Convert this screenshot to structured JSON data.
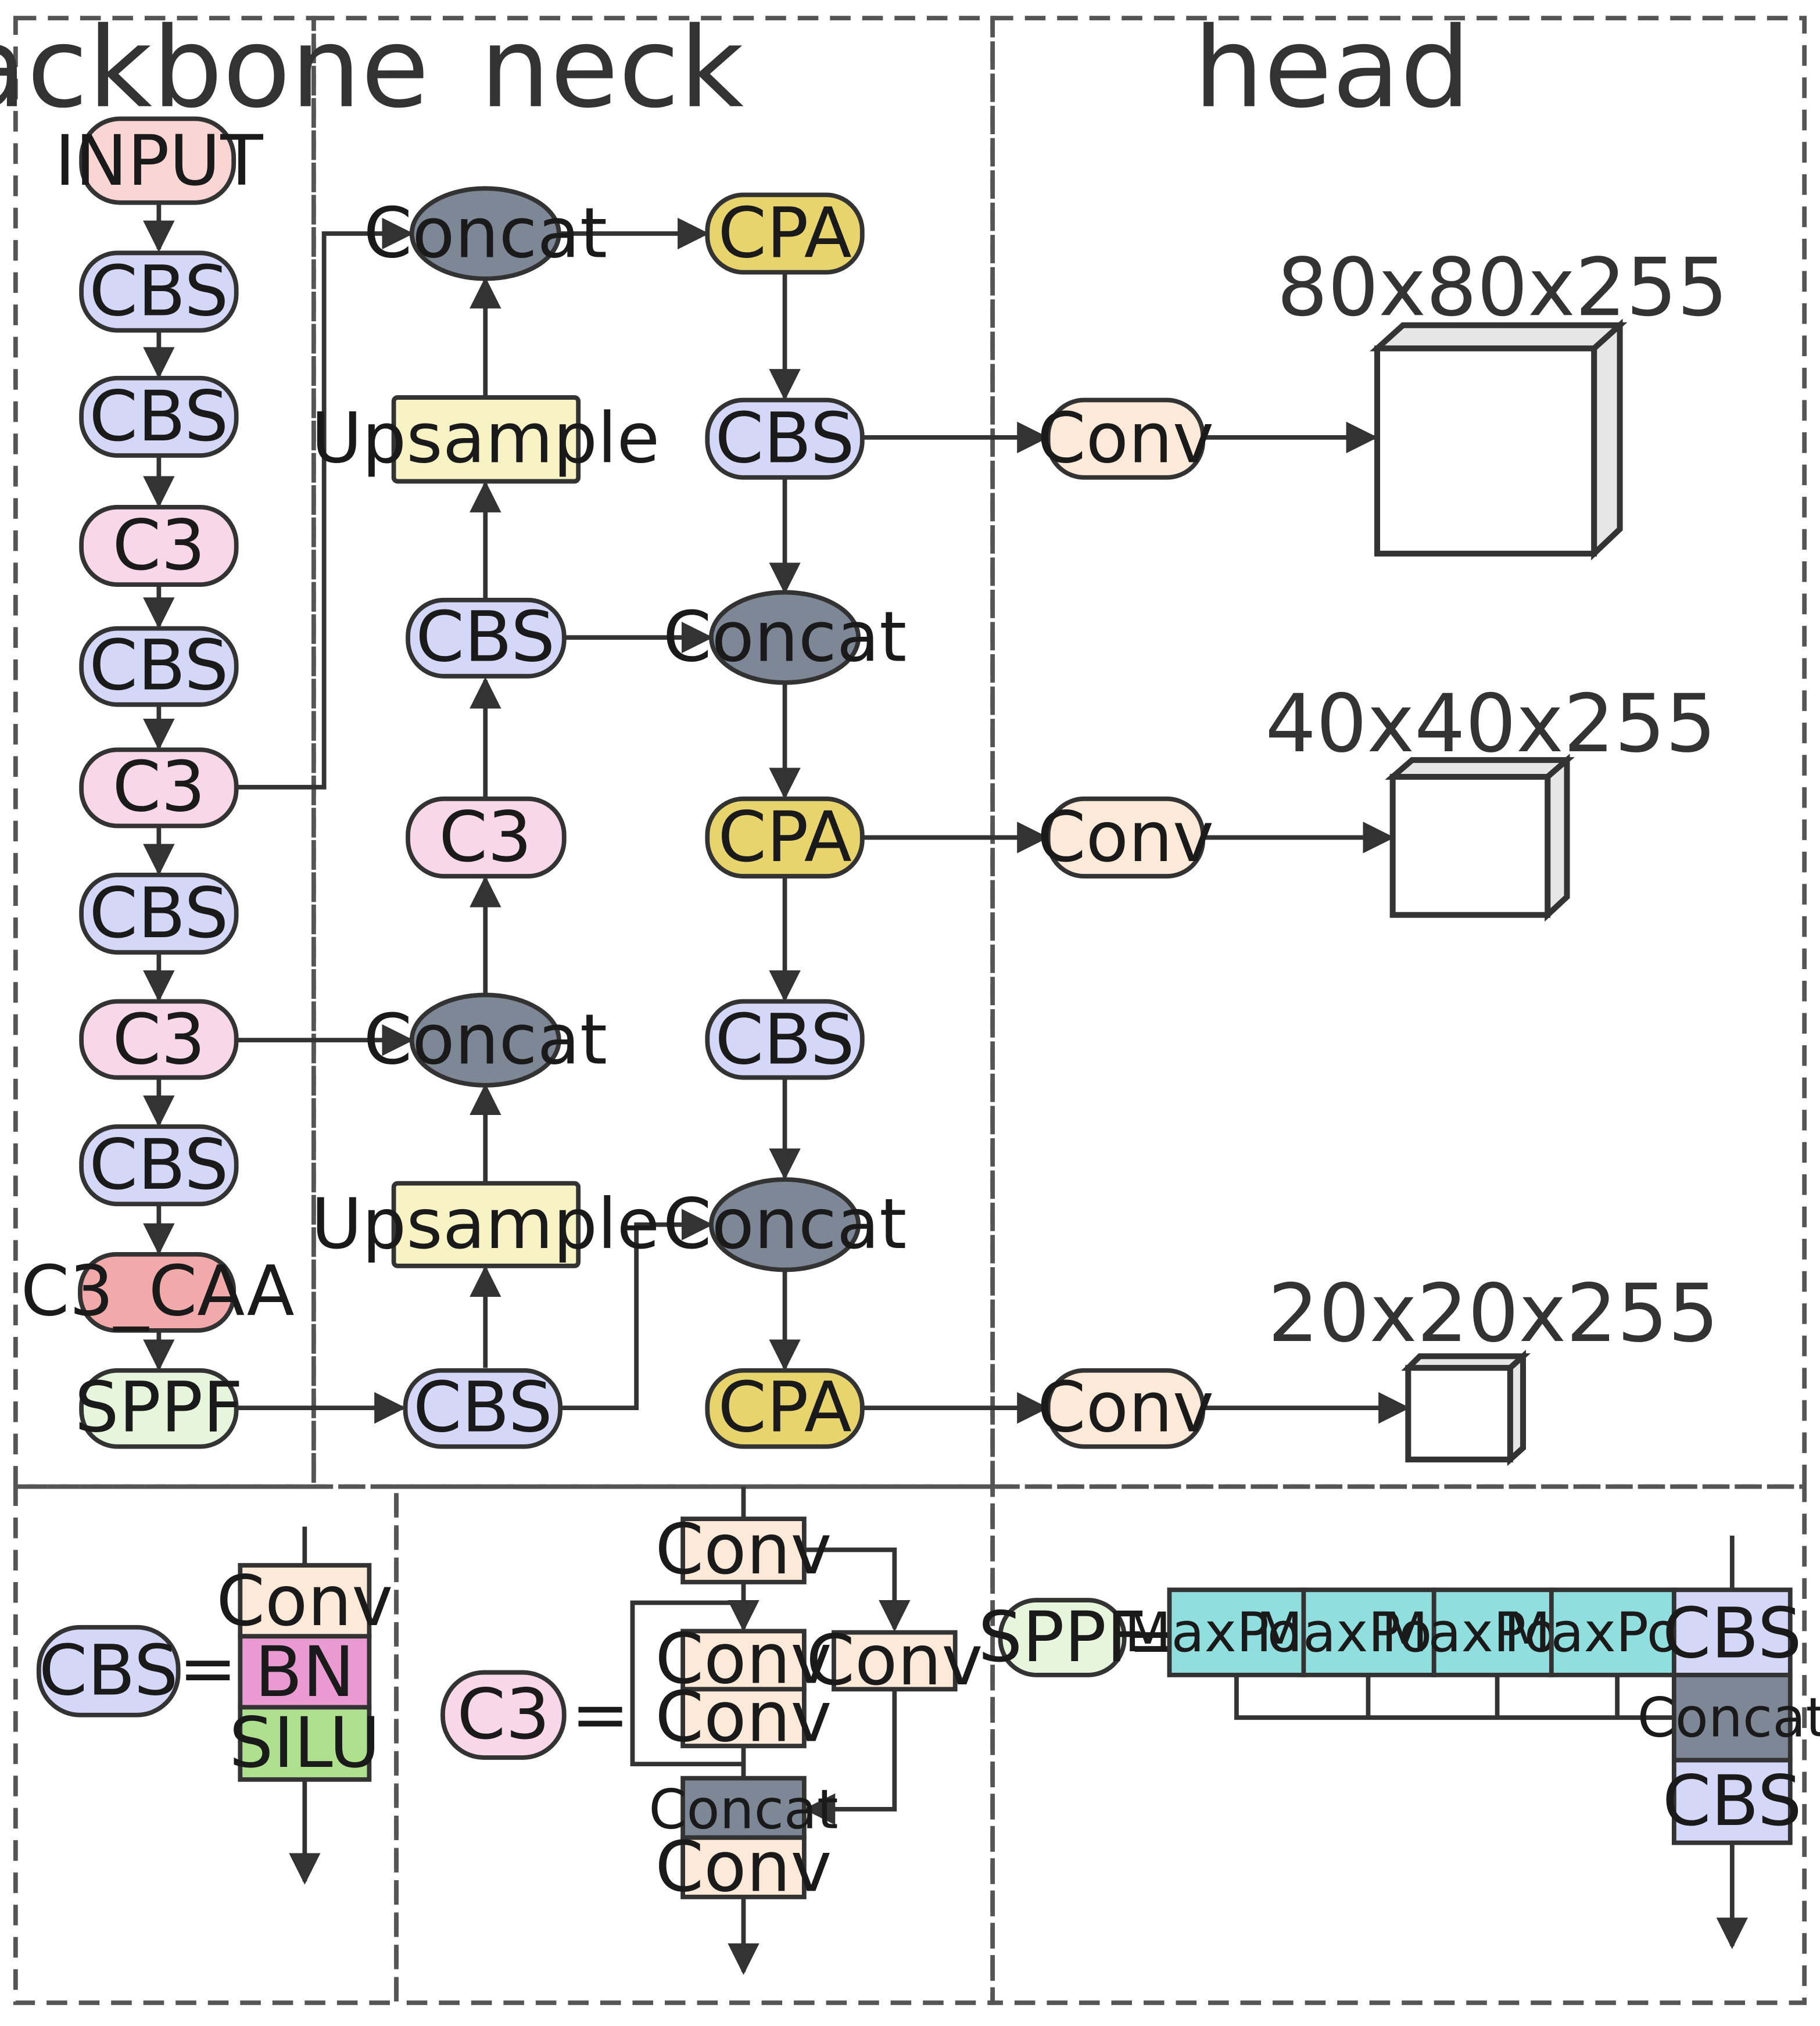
{
  "sections": {
    "backbone": "backbone",
    "neck": "neck",
    "head": "head"
  },
  "backbone_nodes": [
    "INPUT",
    "CBS",
    "CBS",
    "C3",
    "CBS",
    "C3",
    "CBS",
    "C3",
    "CBS",
    "C3_CAA",
    "SPPF"
  ],
  "neck_nodes": {
    "concat_top": "Concat",
    "upsample_top": "Upsample",
    "cbs_mid": "CBS",
    "c3": "C3",
    "concat_low": "Concat",
    "upsample_low": "Upsample",
    "cbs_bottom": "CBS",
    "cpa_1": "CPA",
    "cbs_right_1": "CBS",
    "concat_right_1": "Concat",
    "cpa_2": "CPA",
    "cbs_right_2": "CBS",
    "concat_right_2": "Concat",
    "cpa_3": "CPA"
  },
  "head": {
    "conv_label": "Conv",
    "outputs": [
      "80x80x255",
      "40x40x255",
      "20x20x255"
    ]
  },
  "legend": {
    "equals": "=",
    "cbs": {
      "name": "CBS",
      "parts": [
        "Conv",
        "BN",
        "SILU"
      ]
    },
    "c3": {
      "name": "C3",
      "conv_top": "Conv",
      "conv_side": "Conv",
      "conv_mid_1": "Conv",
      "conv_mid_2": "Conv",
      "concat": "Concat",
      "conv_out": "Conv"
    },
    "sppf": {
      "name": "SPPF",
      "maxpools": [
        "MaxPool",
        "MaxPool",
        "MaxPool",
        "MaxPool"
      ],
      "cbs_in": "CBS",
      "concat": "Concat",
      "cbs_out": "CBS"
    }
  },
  "colors": {
    "input": "#f9d5d3",
    "cbs": "#d4d7f7",
    "c3": "#f8d8e8",
    "c3_caa": "#f2a9a9",
    "sppf": "#e6f5dc",
    "concat": "#7e8795",
    "cpa": "#e8d46c",
    "upsample": "#f8f3c4",
    "conv": "#fde9d8",
    "bn": "#e99ad1",
    "silu": "#aee08e",
    "maxpool": "#90dedd",
    "cube_side": "#e6e6e6"
  }
}
